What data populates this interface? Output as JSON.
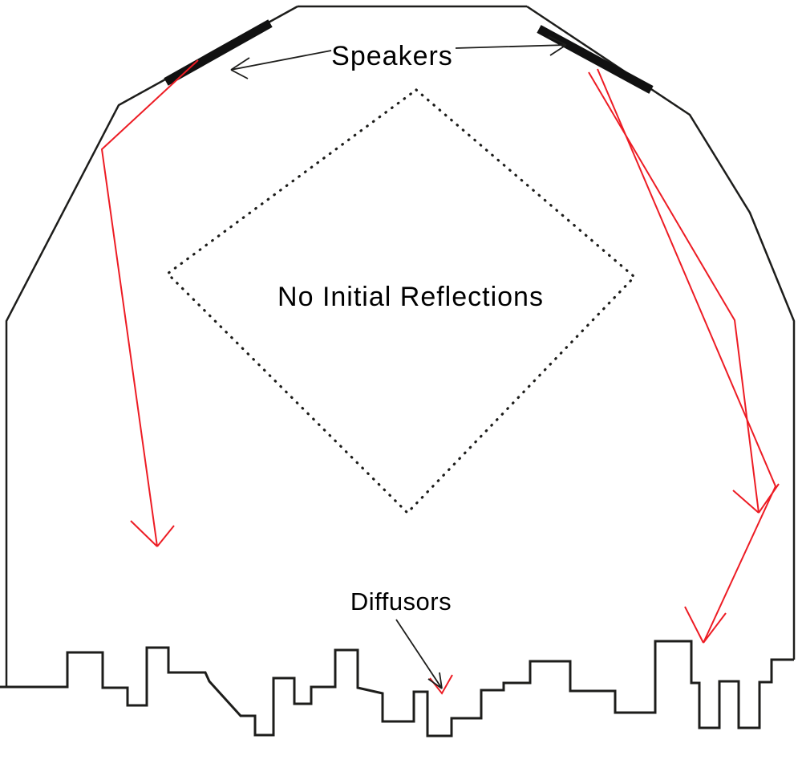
{
  "diagram": {
    "kind": "listening-room-acoustics-schematic",
    "labels": {
      "speakers": "Speakers",
      "no_initial_reflections": "No Initial Reflections",
      "diffusors": "Diffusors"
    }
  },
  "colors": {
    "background": "#ffffff",
    "outline": "#1d1d1b",
    "speaker": "#111111",
    "reflection": "#ed1c24",
    "text": "#000000"
  }
}
